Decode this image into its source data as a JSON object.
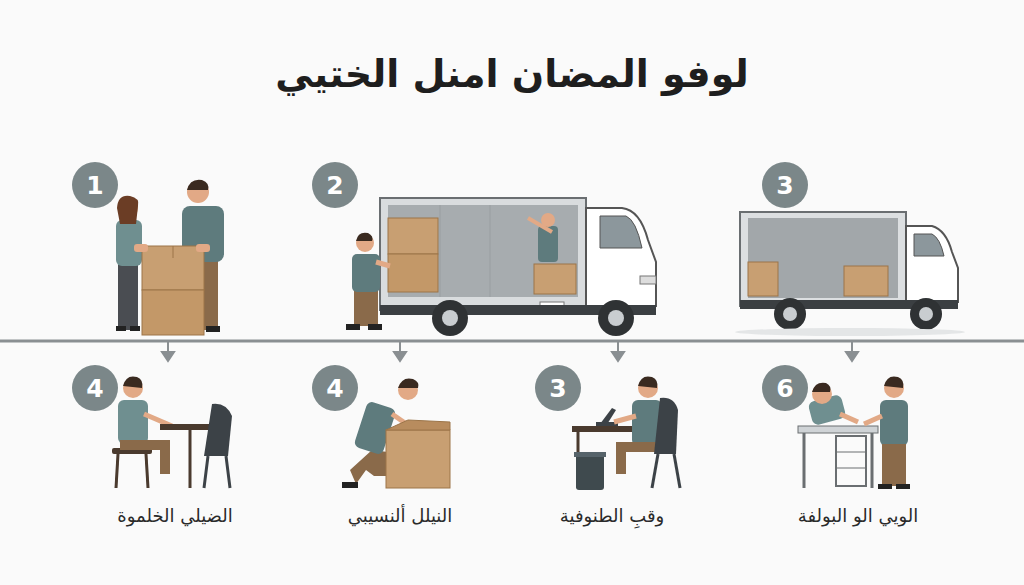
{
  "diagram": {
    "title": "لوفو المضان امنل الختيي",
    "nodes": [
      {
        "text": [
          "1"
        ]
      },
      {
        "text": [
          "2"
        ]
      },
      {
        "text": [
          "3"
        ]
      },
      {
        "text": [
          "4"
        ]
      },
      {
        "text": [
          "4"
        ]
      },
      {
        "text": [
          "3"
        ]
      },
      {
        "text": [
          "6"
        ]
      }
    ],
    "labels": [
      "الضيلي الخلموة",
      "النيلل ألنسيبي",
      "وقبِ الطنوفية",
      "الويي الو البولفة"
    ]
  }
}
